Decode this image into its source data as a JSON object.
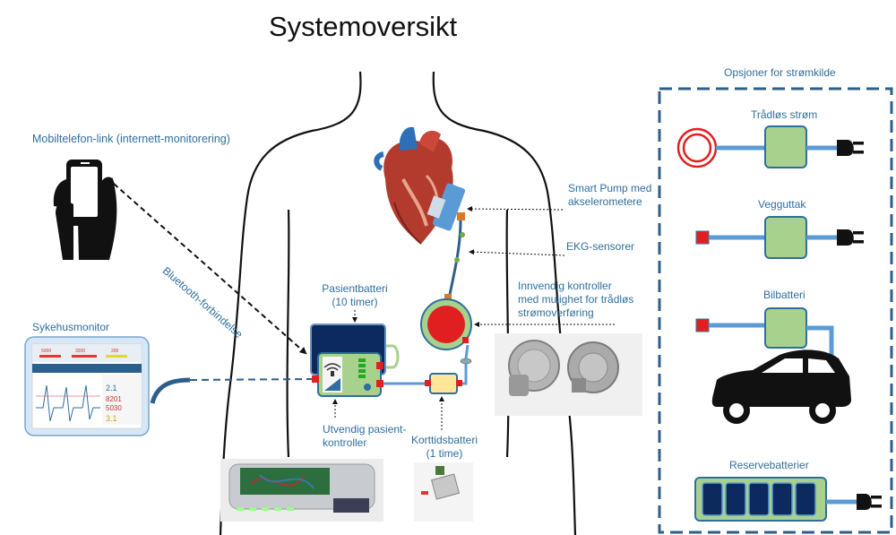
{
  "title": "Systemoversikt",
  "labels": {
    "mobile_link": "Mobiltelefon-link (internett-monitorering)",
    "bluetooth": "Bluetooth-forbindelse",
    "hospital_monitor": "Sykehusmonitor",
    "patient_battery_1": "Pasientbatteri",
    "patient_battery_2": "(10 timer)",
    "ext_controller_1": "Utvendig pasient-",
    "ext_controller_2": "kontroller",
    "short_battery_1": "Korttidsbatteri",
    "short_battery_2": "(1 time)",
    "smart_pump_1": "Smart Pump med",
    "smart_pump_2": "akselerometere",
    "ekg": "EKG-sensorer",
    "int_controller_1": "Innvendig kontroller",
    "int_controller_2": "med mulighet for trådløs",
    "int_controller_3": "strømoverføring"
  },
  "power_options": {
    "heading": "Opsjoner for strømkilde",
    "wireless": "Trådløs strøm",
    "wall": "Vegguttak",
    "car": "Bilbatteri",
    "reserve": "Reservebatterier"
  },
  "monitor": {
    "readouts": [
      "2.1",
      "8201",
      "5030",
      "3.1"
    ],
    "top_values": [
      "5000",
      "3200",
      "200"
    ]
  },
  "colors": {
    "label_blue": "#2e6f9e",
    "cable_blue": "#5b9bd5",
    "box_green": "#a9d18e",
    "box_border": "#2e6f9e",
    "red": "#e02020",
    "dash_border": "#2e5f8a"
  }
}
